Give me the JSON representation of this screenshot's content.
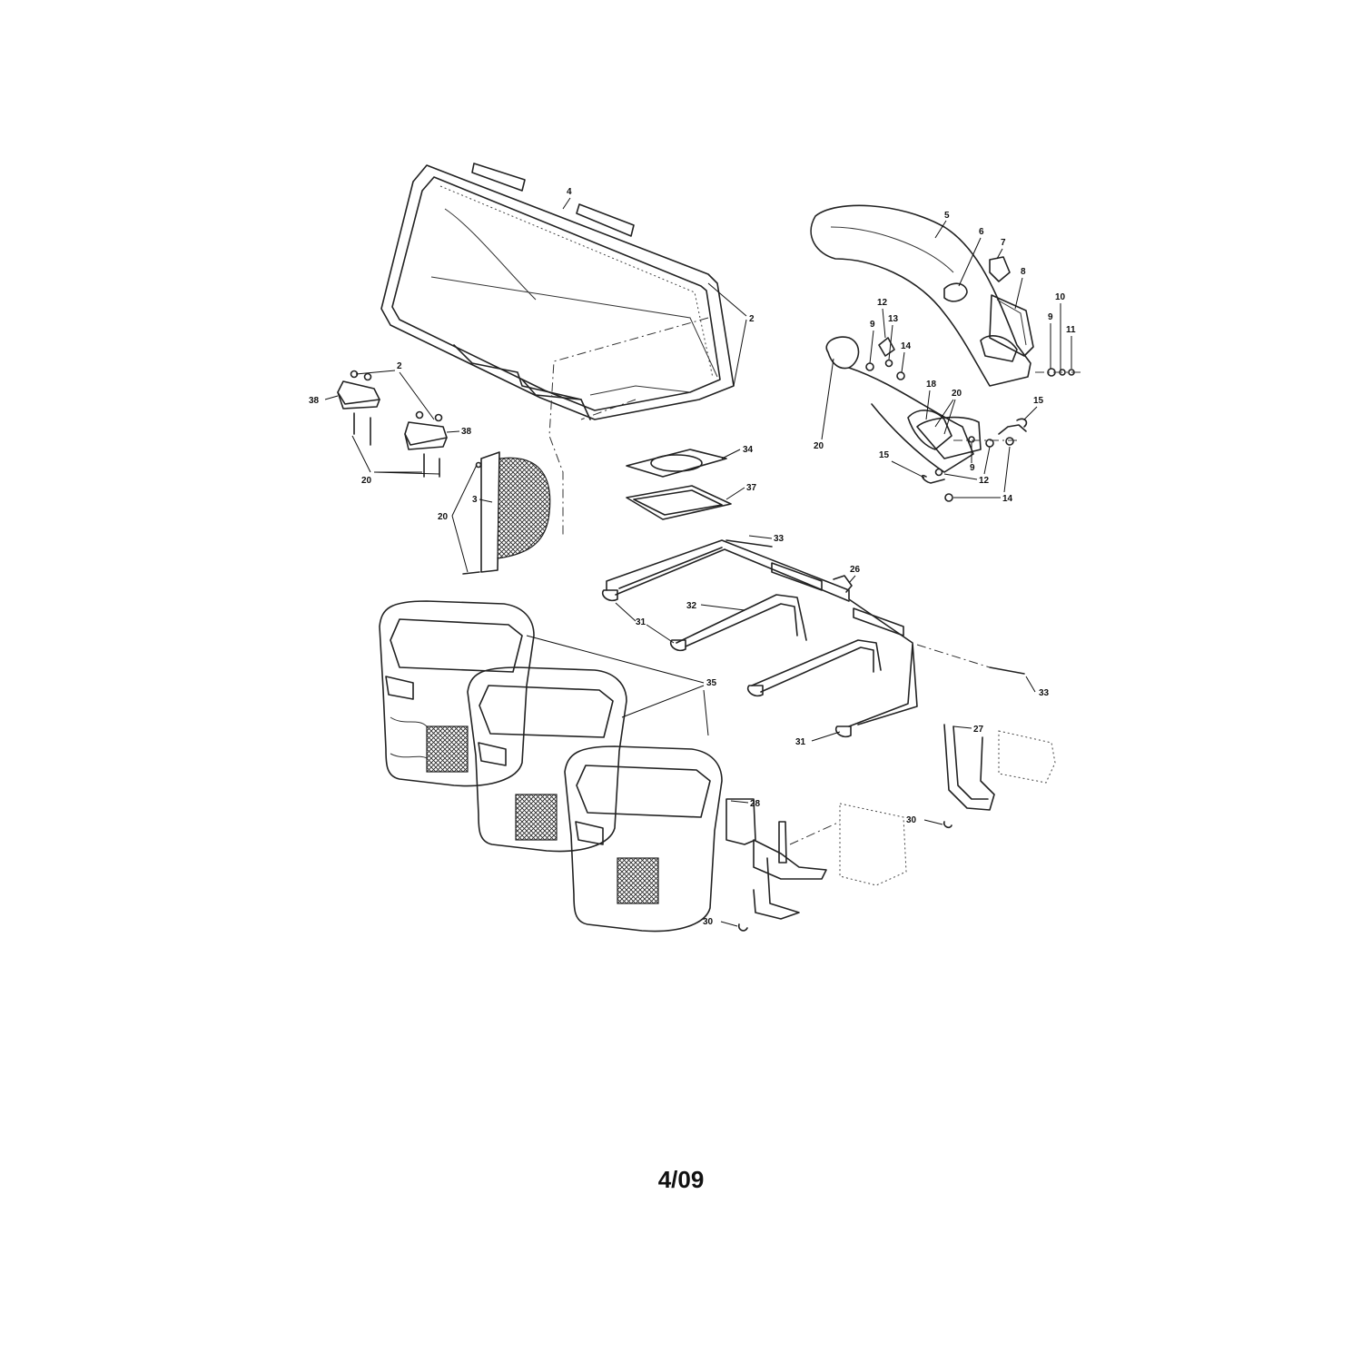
{
  "footer": {
    "date_code": "4/09"
  },
  "callouts": {
    "c2": "2",
    "c3": "3",
    "c4": "4",
    "c5": "5",
    "c6": "6",
    "c7": "7",
    "c8": "8",
    "c9": "9",
    "c10": "10",
    "c11": "11",
    "c12": "12",
    "c13": "13",
    "c14": "14",
    "c15": "15",
    "c18": "18",
    "c20": "20",
    "c26": "26",
    "c27": "27",
    "c28": "28",
    "c30": "30",
    "c31": "31",
    "c32": "32",
    "c33": "33",
    "c34": "34",
    "c35": "35",
    "c37": "37",
    "c38": "38"
  }
}
